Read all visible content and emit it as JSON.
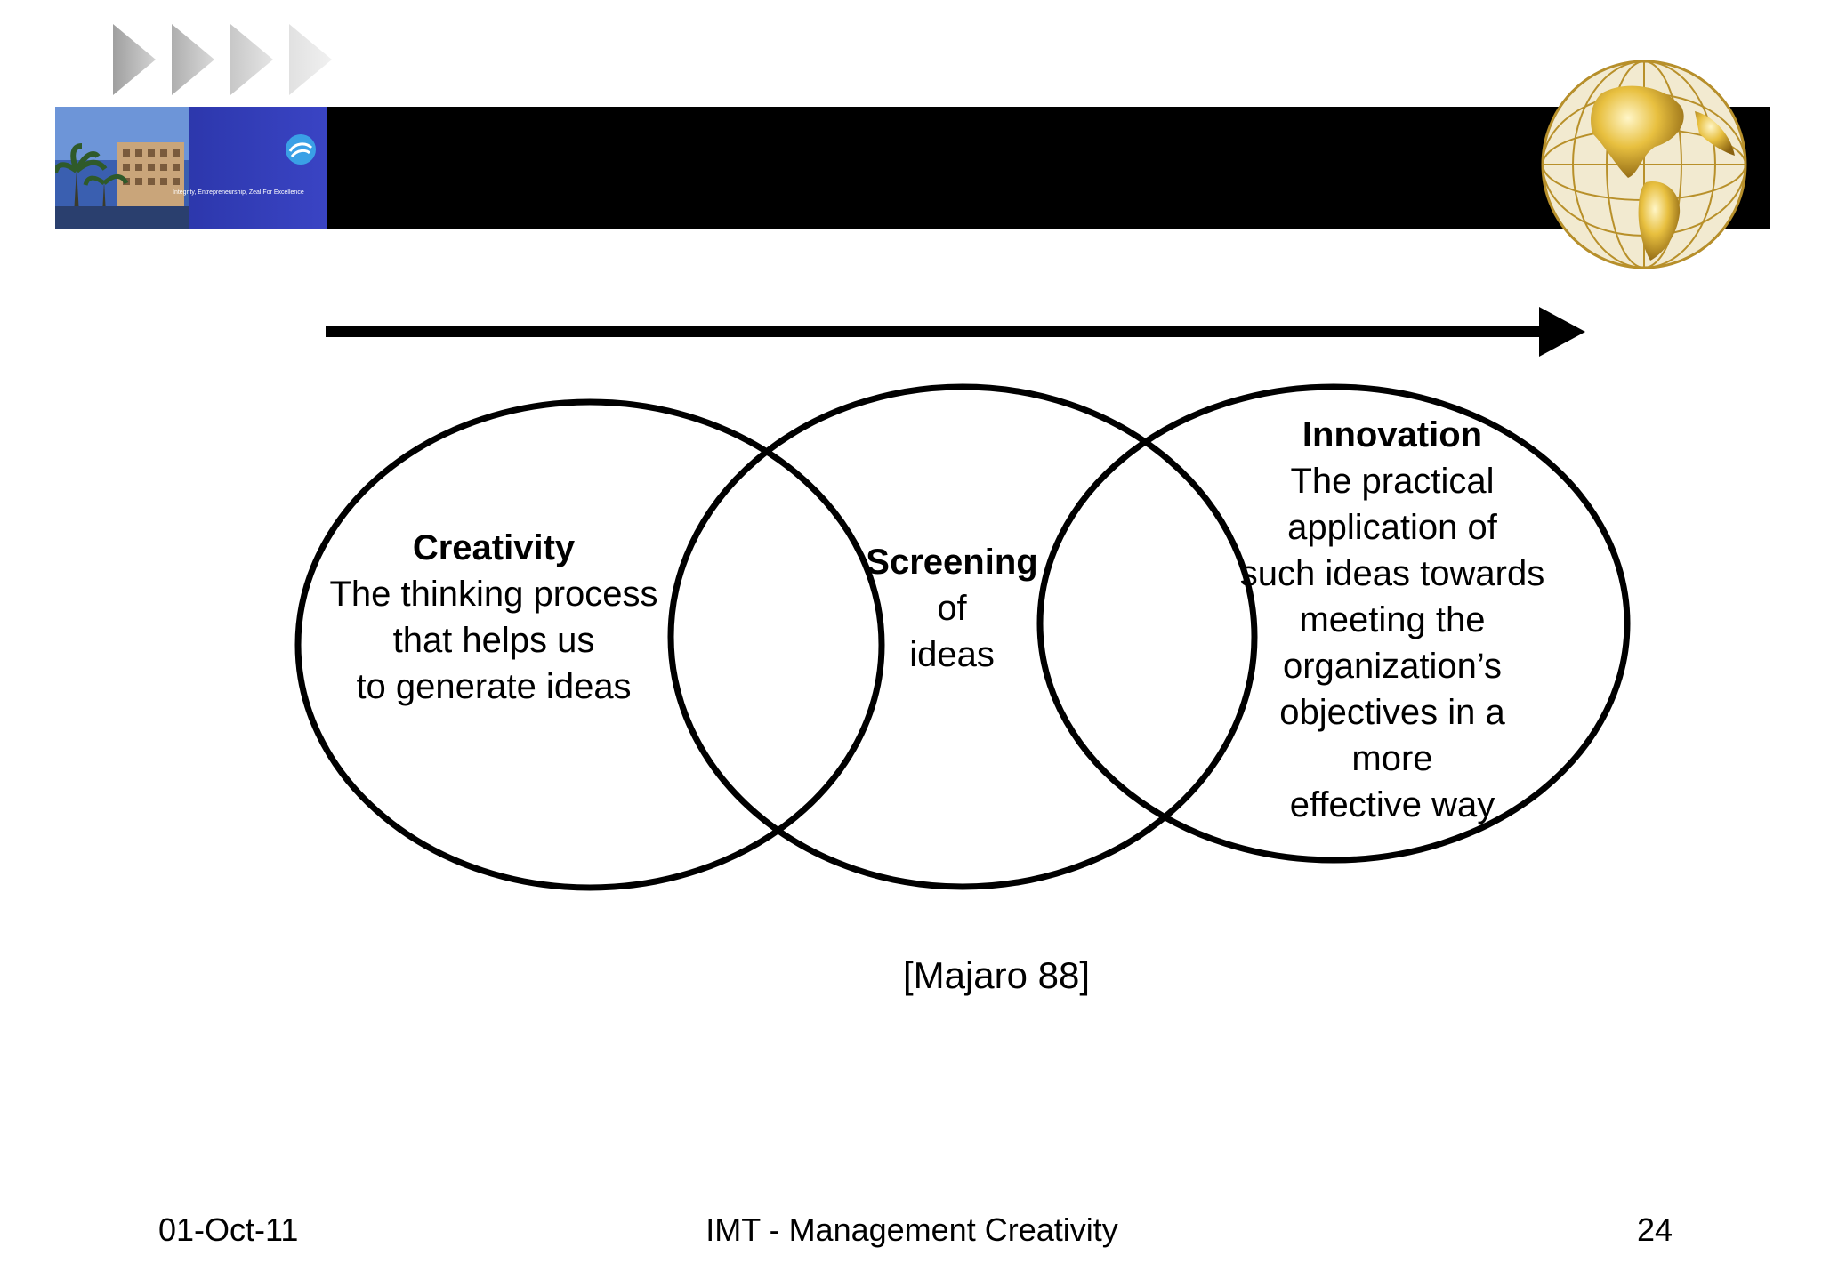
{
  "header": {
    "logo_tagline": "Integrity, Entrepreneurship, Zeal For Excellence"
  },
  "diagram": {
    "circles": [
      {
        "title": "Creativity",
        "lines": [
          "The thinking process",
          "that helps us",
          "to generate ideas"
        ]
      },
      {
        "title": "Screening",
        "lines": [
          "of",
          "ideas"
        ]
      },
      {
        "title": "Innovation",
        "lines": [
          "The practical",
          "application of",
          "such ideas towards",
          "meeting the",
          "organization’s",
          "objectives in a",
          "more",
          "effective way"
        ]
      }
    ],
    "citation": "[Majaro 88]"
  },
  "footer": {
    "date": "01-Oct-11",
    "title": "IMT - Management Creativity",
    "page": "24"
  },
  "colors": {
    "background": "#ffffff",
    "header_band": "#000000",
    "logo_panel": "#2a35a8",
    "chevron": "#b5b5b5",
    "globe_gold": "#d4a017",
    "ink": "#000000"
  }
}
